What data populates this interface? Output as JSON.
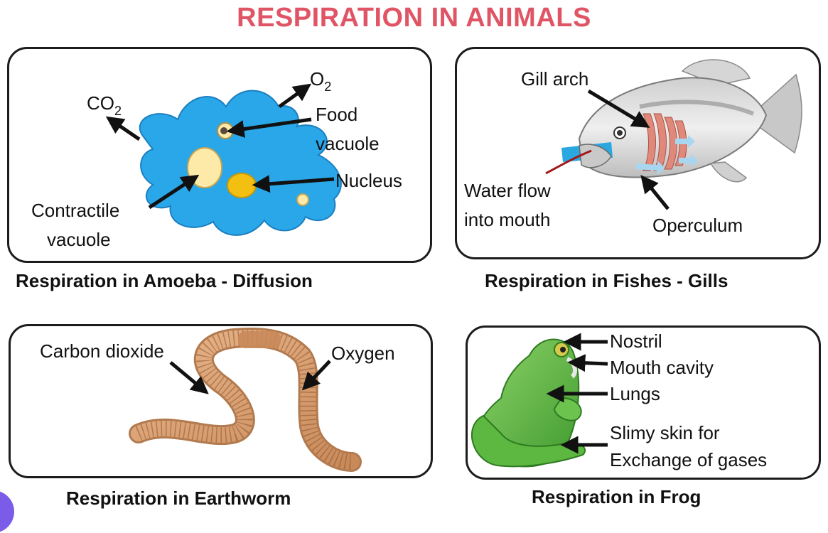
{
  "title": "RESPIRATION IN ANIMALS",
  "amoeba": {
    "caption": "Respiration in Amoeba - Diffusion",
    "labels": {
      "co2": "CO",
      "co2_sub": "2",
      "o2": "O",
      "o2_sub": "2",
      "food_vacuole_1": "Food",
      "food_vacuole_2": "vacuole",
      "nucleus": "Nucleus",
      "contractile_1": "Contractile",
      "contractile_2": "vacuole"
    }
  },
  "fish": {
    "caption": "Respiration in Fishes - Gills",
    "labels": {
      "gill_arch": "Gill arch",
      "water_flow_1": "Water flow",
      "water_flow_2": "into mouth",
      "operculum": "Operculum"
    }
  },
  "earthworm": {
    "caption": "Respiration in Earthworm",
    "labels": {
      "carbon_dioxide": "Carbon dioxide",
      "oxygen": "Oxygen"
    }
  },
  "frog": {
    "caption": "Respiration in Frog",
    "labels": {
      "nostril": "Nostril",
      "mouth_cavity": "Mouth cavity",
      "lungs": "Lungs",
      "skin_1": "Slimy skin for",
      "skin_2": "Exchange of gases"
    }
  }
}
